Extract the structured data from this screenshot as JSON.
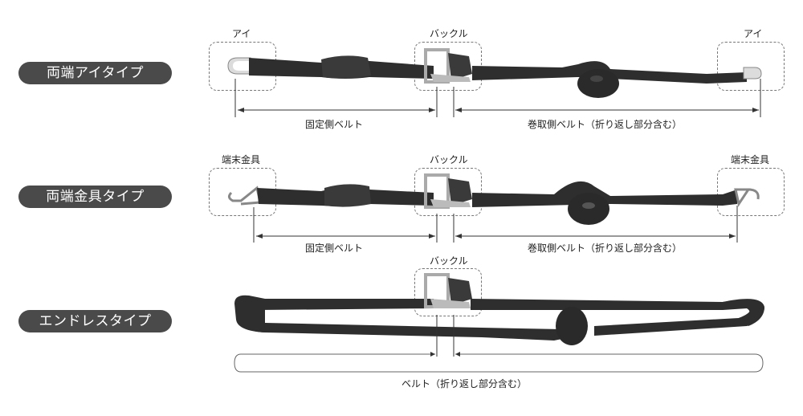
{
  "rows": [
    {
      "type_label": "両端アイタイプ",
      "left_end_label": "アイ",
      "buckle_label": "バックル",
      "right_end_label": "アイ",
      "fixed_belt_label": "固定側ベルト",
      "wind_belt_label": "巻取側ベルト（折り返し部分含む）"
    },
    {
      "type_label": "両端金具タイプ",
      "left_end_label": "端末金具",
      "buckle_label": "バックル",
      "right_end_label": "端末金具",
      "fixed_belt_label": "固定側ベルト",
      "wind_belt_label": "巻取側ベルト（折り返し部分含む）"
    },
    {
      "type_label": "エンドレスタイプ",
      "buckle_label": "バックル",
      "belt_label": "ベルト（折り返し部分含む）"
    }
  ],
  "colors": {
    "pill_bg": "#4a4a4a",
    "belt": "#2e2e2e",
    "dash": "#777777"
  }
}
